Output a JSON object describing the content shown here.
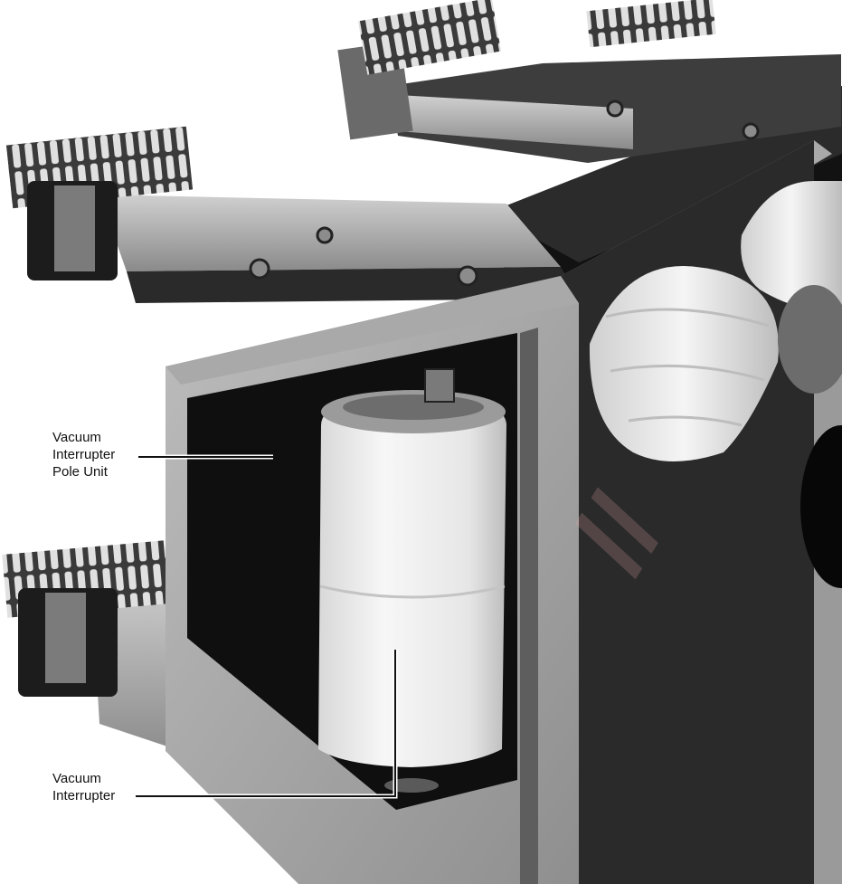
{
  "annotations": {
    "pole_unit": {
      "lines": [
        "Vacuum",
        "Interrupter",
        "Pole Unit"
      ]
    },
    "interrupter": {
      "lines": [
        "Vacuum",
        "Interrupter"
      ]
    }
  },
  "image": {
    "subject": "vacuum-interrupter-breaker-photo",
    "palette": {
      "paper": "#ffffff",
      "steel_light": "#c9c9c9",
      "steel_mid": "#9a9a9a",
      "steel_dark": "#555555",
      "shadow": "#111111",
      "insulator": "#ececec",
      "watermark": "#e8a8a8"
    }
  }
}
